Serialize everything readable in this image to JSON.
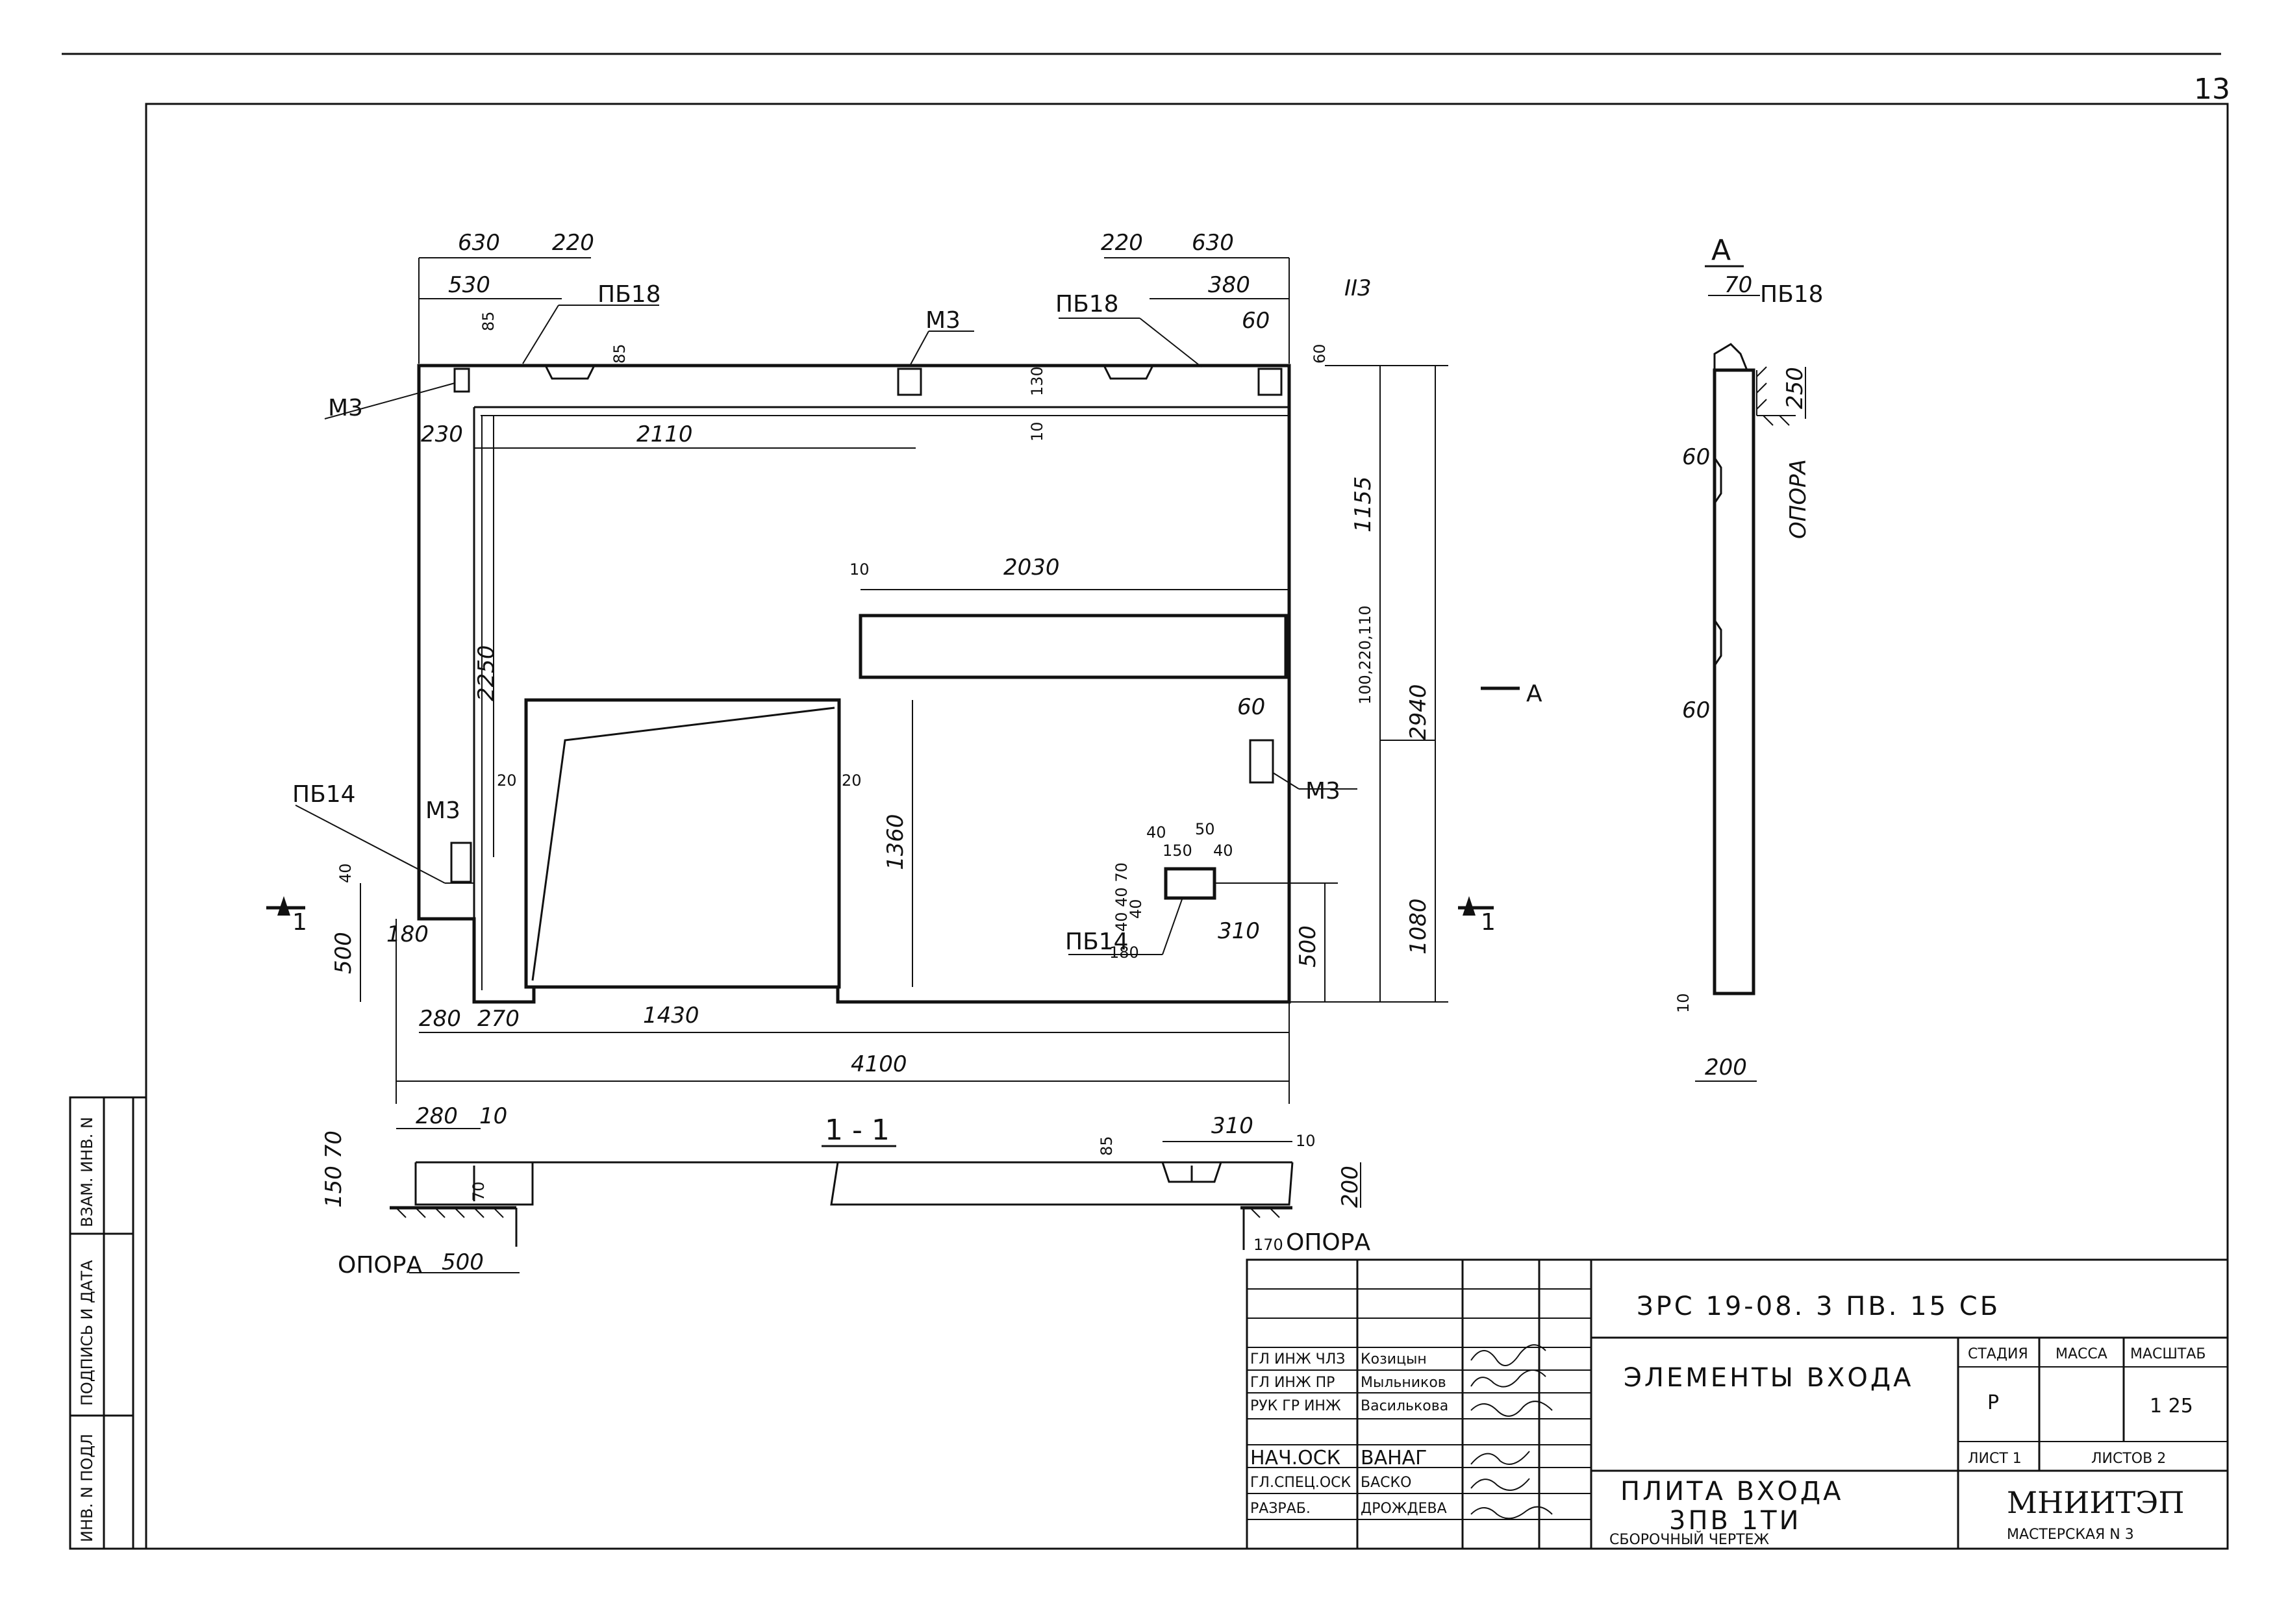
{
  "sheet_number": "13",
  "stray_mark": "ΙΙ3",
  "plan": {
    "dims_top_left": [
      "630",
      "220",
      "530",
      "85",
      "85"
    ],
    "dims_top_right": [
      "220",
      "630",
      "380",
      "60",
      "60"
    ],
    "dim_2110": "2110",
    "dim_230": "230",
    "dim_2030": "2030",
    "dim_10_a": "10",
    "dim_10_b": "10",
    "dim_130": "130",
    "dim_1155": "1155",
    "dim_stack": "100,220,110",
    "dim_2940": "2940",
    "dim_2250": "2250",
    "dim_1360": "1360",
    "dim_20_a": "20",
    "dim_20_b": "20",
    "dim_1080": "1080",
    "dim_500_right": "500",
    "dim_500_left": "500",
    "dim_40": "40",
    "dim_180": "180",
    "dim_60_right": "60",
    "dim_310": "310",
    "dim_280": "280",
    "dim_270": "270",
    "dim_1430": "1430",
    "dim_4100": "4100",
    "small_dims": [
      "40",
      "50",
      "150",
      "40",
      "40",
      "180"
    ],
    "stack_small": "40 40 70",
    "labels": {
      "pb18_left": "ПБ18",
      "pb18_right": "ПБ18",
      "m3_top": "М3",
      "m3_left": "М3",
      "m3_mid": "М3",
      "m3_right": "М3",
      "pb14_left": "ПБ14",
      "pb14_mid": "ПБ14",
      "section_mark": "1",
      "view_arrow": "А"
    }
  },
  "side_view": {
    "title": "А",
    "dim_70": "70",
    "label_pb18": "ПБ18",
    "dim_250": "250",
    "dim_60_a": "60",
    "dim_60_b": "60",
    "support": "ОПОРА",
    "dim_10": "10",
    "dim_200": "200"
  },
  "section": {
    "title": "1 - 1",
    "dim_280": "280",
    "dim_10_a": "10",
    "dim_150_70": "150 70",
    "dim_70": "70",
    "dim_85": "85",
    "dim_310": "310",
    "dim_10_b": "10",
    "dim_200": "200",
    "support_left": "ОПОРА",
    "dim_500": "500",
    "support_right": "ОПОРА",
    "dim_170": "170"
  },
  "side_stamp": [
    "ИНВ. N ПОДЛ",
    "ПОДПИСЬ И ДАТА",
    "ВЗАМ. ИНВ. N"
  ],
  "title_block": {
    "code": "ЗРС 19-08. 3 ПВ. 15 СБ",
    "roles": [
      {
        "role": "ГЛ ИНЖ ЧЛЗ",
        "name": "Козицын"
      },
      {
        "role": "ГЛ ИНЖ ПР",
        "name": "Мыльников"
      },
      {
        "role": "РУК ГР ИНЖ",
        "name": "Василькова"
      },
      {
        "role": "НАЧ.ОСК",
        "name": "ВАНАГ"
      },
      {
        "role": "ГЛ.СПЕЦ.ОСК",
        "name": "БАСКО"
      },
      {
        "role": "РАЗРАБ.",
        "name": "ДРОЖДЕВА"
      }
    ],
    "project": "ЭЛЕМЕНТЫ  ВХОДА",
    "col_stage": "СТАДИЯ",
    "col_mass": "МАССА",
    "col_scale": "МАСШТАБ",
    "stage": "Р",
    "scale": "1 25",
    "sheet_label": "ЛИСТ 1",
    "sheets_label": "ЛИСТОВ  2",
    "drawing_title": "ПЛИТА  ВХОДА",
    "drawing_mark": "3ПВ 1ТИ",
    "drawing_type": "СБОРОЧНЫЙ ЧЕРТЕЖ",
    "org": "МНИИТЭП",
    "workshop": "МАСТЕРСКАЯ N 3"
  }
}
